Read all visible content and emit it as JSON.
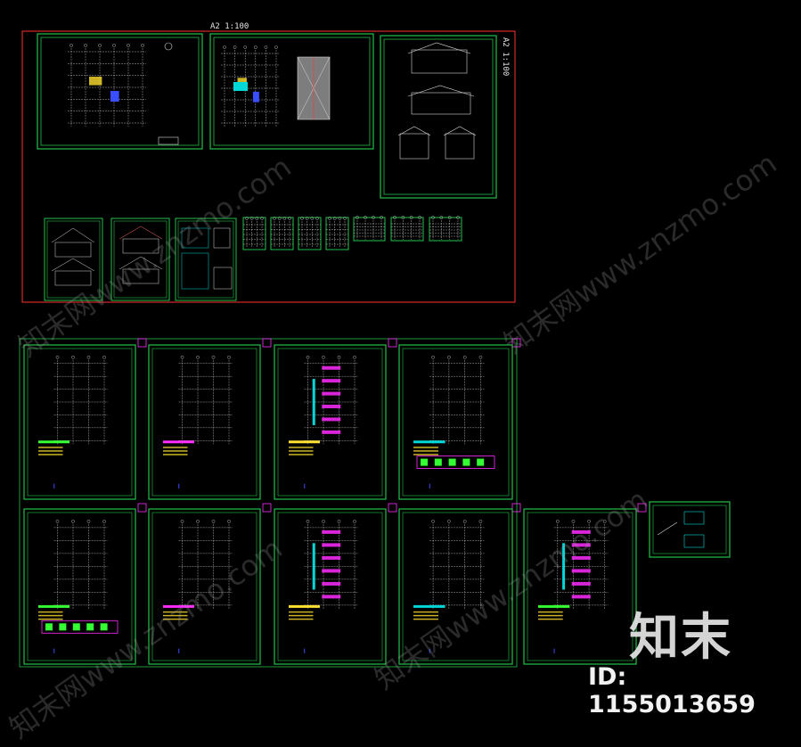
{
  "scale_label": "A2 1:100",
  "scale_label_vertical": "A2 1:100",
  "watermark": {
    "logo": "知末",
    "id_text": "ID: 1155013659",
    "repeat_text": "知末网www.znzmo.com"
  },
  "colors": {
    "background": "#000000",
    "frame_red": "#ff3030",
    "sheet_green": "#22c04a",
    "line_white": "#d8d8d8",
    "cyan": "#00d8d8",
    "magenta": "#ff2cff",
    "yellow": "#ffe030",
    "bright_green": "#33ff33",
    "blue": "#3a4dff",
    "grey_fill": "#7d7d7d"
  }
}
